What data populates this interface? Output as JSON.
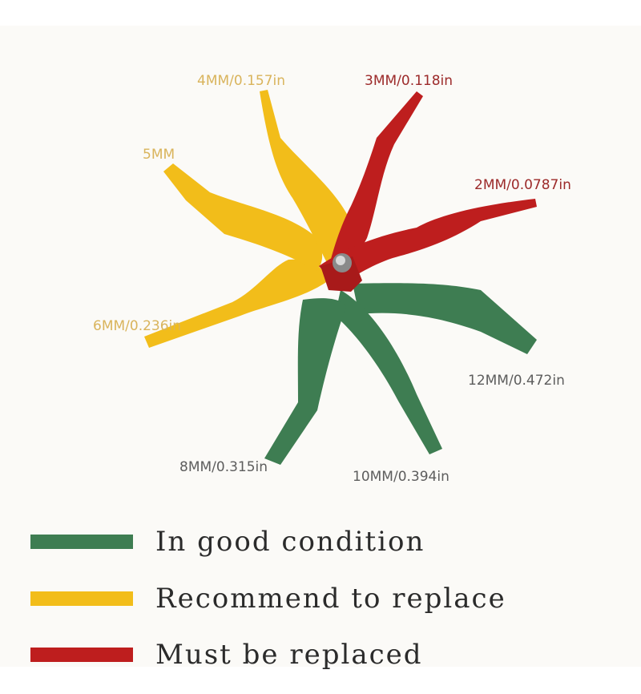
{
  "colors": {
    "green": "#3e7d52",
    "yellow": "#f2bd1a",
    "red": "#be1e1e",
    "text_yellow": "#d9b45c",
    "text_red": "#9c2a2a",
    "text_gray": "#5d5d5d"
  },
  "labels": {
    "mm4": "4MM/0.157in",
    "mm3": "3MM/0.118in",
    "mm5": "5MM",
    "mm2": "2MM/0.0787in",
    "mm6": "6MM/0.236in",
    "mm12": "12MM/0.472in",
    "mm8": "8MM/0.315in",
    "mm10": "10MM/0.394in"
  },
  "legend": [
    {
      "text": "In good condition",
      "color": "#3e7d52"
    },
    {
      "text": "Recommend to replace",
      "color": "#f2bd1a"
    },
    {
      "text": "Must be replaced",
      "color": "#be1e1e"
    }
  ]
}
